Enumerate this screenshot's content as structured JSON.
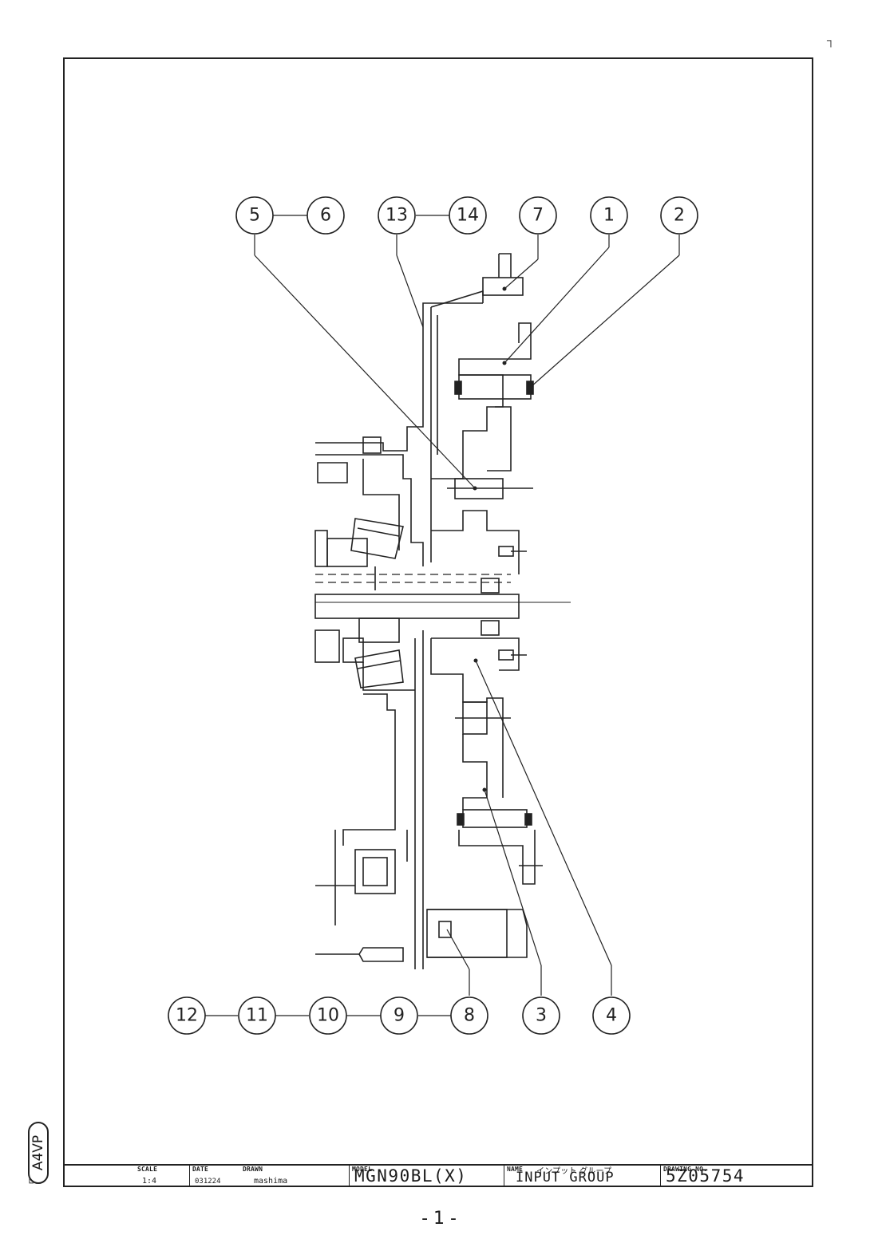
{
  "balloons": [
    {
      "number": "5"
    },
    {
      "number": "6"
    },
    {
      "number": "13"
    },
    {
      "number": "14"
    },
    {
      "number": "7"
    },
    {
      "number": "1"
    },
    {
      "number": "2"
    },
    {
      "number": "12"
    },
    {
      "number": "11"
    },
    {
      "number": "10"
    },
    {
      "number": "9"
    },
    {
      "number": "8"
    },
    {
      "number": "3"
    },
    {
      "number": "4"
    }
  ],
  "title_block": {
    "scale_head": "SCALE",
    "scale": "1:4",
    "date_head": "DATE",
    "date": "031224",
    "drawn_head": "DRAWN",
    "drawn": "mashima",
    "model_head": "MODEL",
    "model": "MGN90BL(X)",
    "name_head": "NAME",
    "name_jp": "インプット グループ",
    "name": "INPUT GROUP",
    "drawing_no_head": "DRAWING NO.",
    "drawing_no": "5Z05754"
  },
  "stamp": "A4VP",
  "page_number": "- 1 -"
}
